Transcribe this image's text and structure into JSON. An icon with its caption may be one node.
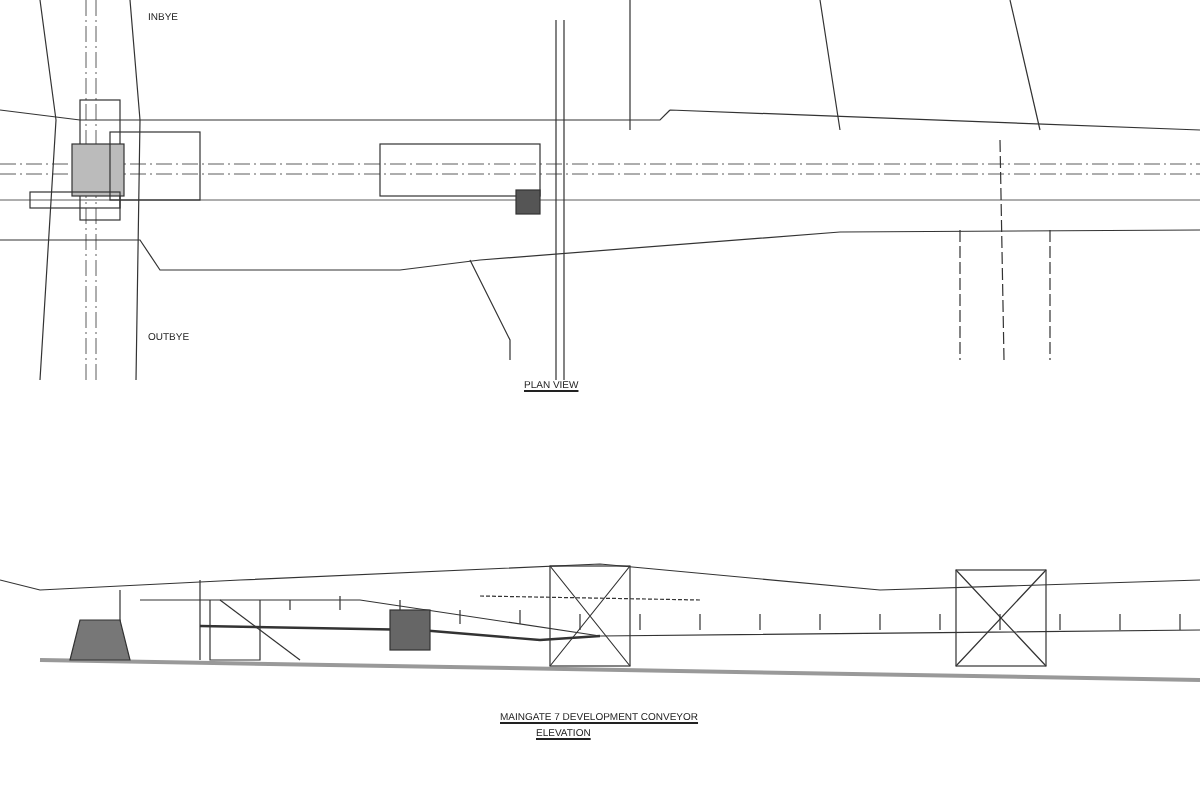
{
  "diagram": {
    "labels": [
      "INBYE",
      "OUTBYE",
      "PLAN VIEW",
      "MAINGATE 7 DEVELOPMENT CONVEYOR",
      "ELEVATION"
    ]
  }
}
